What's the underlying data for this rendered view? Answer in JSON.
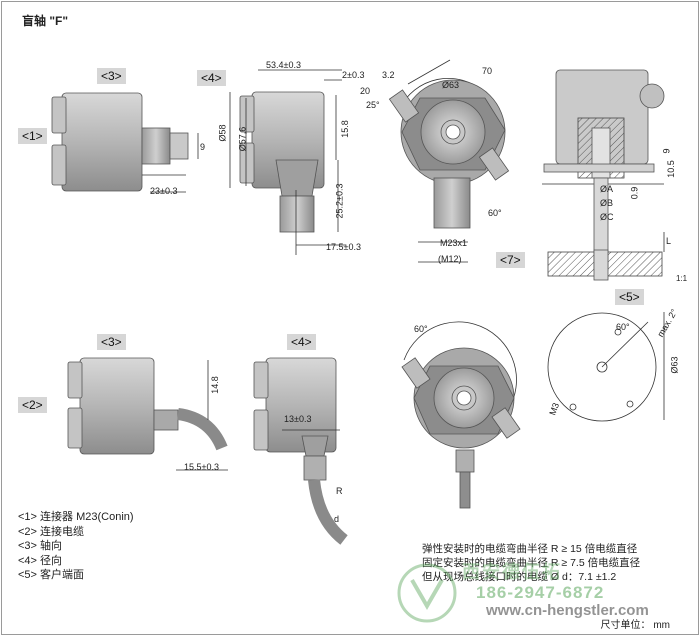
{
  "title": "盲轴 \"F\"",
  "tags": {
    "t1": "<1>",
    "t2": "<2>",
    "t3a": "<3>",
    "t3b": "<3>",
    "t4a": "<4>",
    "t4b": "<4>",
    "t5": "<5>",
    "t7": "<7>"
  },
  "dims": {
    "d_534": "53.4±0.3",
    "d_2": "2±0.3",
    "d_58": "Ø58",
    "d_57": "Ø57,6",
    "d_158": "15.8",
    "d_252": "25.2±0.3",
    "d_175": "17.5±0.3",
    "d_9": "9",
    "d_23": "23±0.3",
    "d_70": "70",
    "d_63": "Ø63",
    "d_3_2": "3.2",
    "d_20": "20",
    "d_25": "25°",
    "d_60": "60°",
    "d_m23": "M23x1",
    "d_m12": "(M12)",
    "d_105": "10.5",
    "d_9b": "9",
    "d_09": "0.9",
    "d_oa": "ØA",
    "d_ob": "ØB",
    "d_oc": "ØC",
    "d_l": "L",
    "d_148": "14.8",
    "d_155": "15.5±0.3",
    "d_13": "13±0.3",
    "d_r": "R",
    "d_d": "d",
    "d_60b": "60°",
    "d_max2": "max. 2°",
    "d_63b": "Ø63",
    "d_m3": "M3",
    "d_60c": "60°",
    "d_11": "1:1"
  },
  "legend": [
    "<1> 连接器 M23(Conin)",
    "<2> 连接电缆",
    "<3> 轴向",
    "<4> 径向",
    "<5> 客户端面"
  ],
  "notes": [
    "弹性安装时的电缆弯曲半径 R ≥ 15 倍电缆直径",
    "固定安装时的电缆弯曲半径 R ≥ 7.5 倍电缆直径",
    "但从现场总线接口时的电缆 Ø d：7.1 ±1.2"
  ],
  "unit": "尺寸单位： mm",
  "watermark": {
    "name": "西安德伍拓",
    "phone": "186-2947-6872",
    "url": "www.cn-hengstler.com"
  }
}
